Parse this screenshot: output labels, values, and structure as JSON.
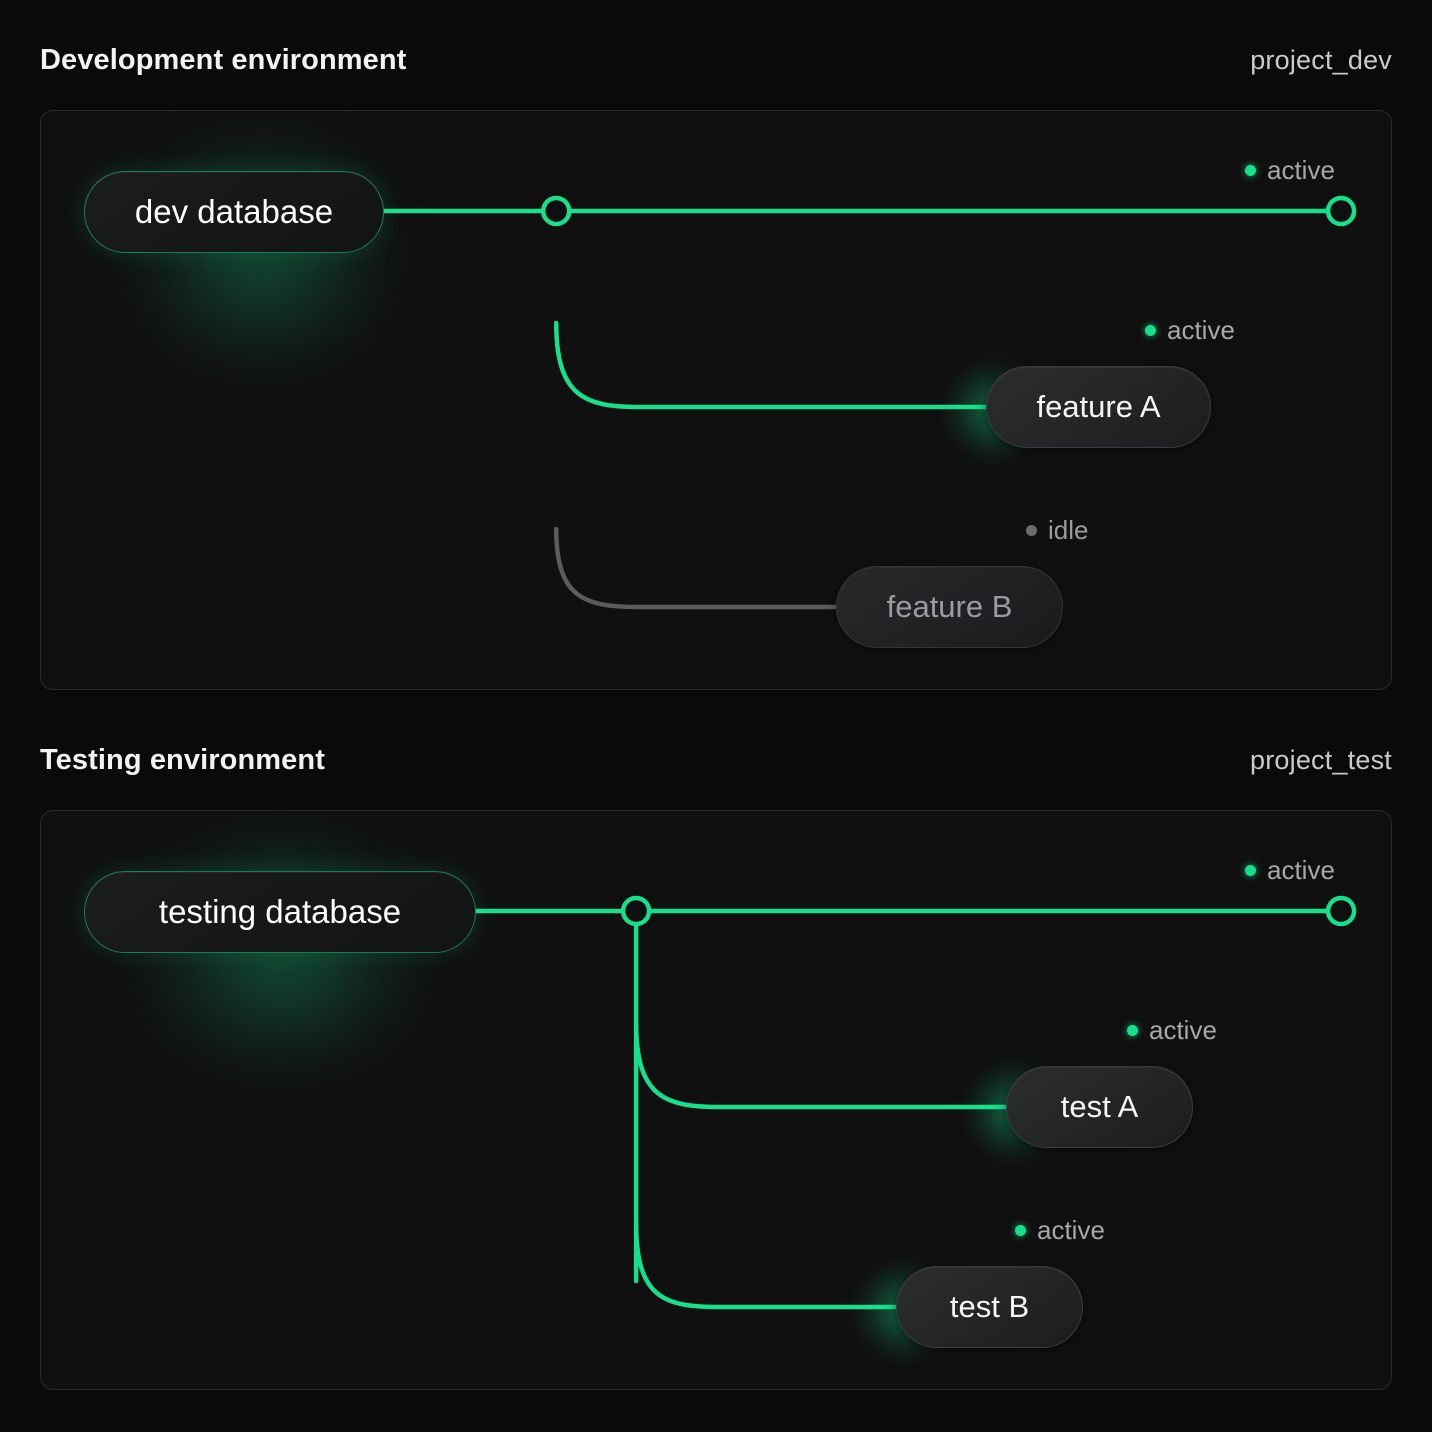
{
  "theme": {
    "background": "#0a0a0b",
    "panel_background": "#101011",
    "panel_border": "#2a2b2d",
    "accent_active": "#17e08a",
    "muted_idle": "#6b6c70",
    "text_primary": "#f2f3f4",
    "text_muted": "#a7a8ac"
  },
  "sections": [
    {
      "title": "Development environment",
      "project": "project_dev",
      "source": {
        "label": "dev database",
        "state": "active"
      },
      "endpoint": {
        "state": "active",
        "status_label": "active"
      },
      "branches": [
        {
          "label": "feature A",
          "state": "active",
          "status_label": "active"
        },
        {
          "label": "feature B",
          "state": "idle",
          "status_label": "idle"
        }
      ]
    },
    {
      "title": "Testing environment",
      "project": "project_test",
      "source": {
        "label": "testing database",
        "state": "active"
      },
      "endpoint": {
        "state": "active",
        "status_label": "active"
      },
      "branches": [
        {
          "label": "test A",
          "state": "active",
          "status_label": "active"
        },
        {
          "label": "test B",
          "state": "active",
          "status_label": "active"
        }
      ]
    }
  ]
}
